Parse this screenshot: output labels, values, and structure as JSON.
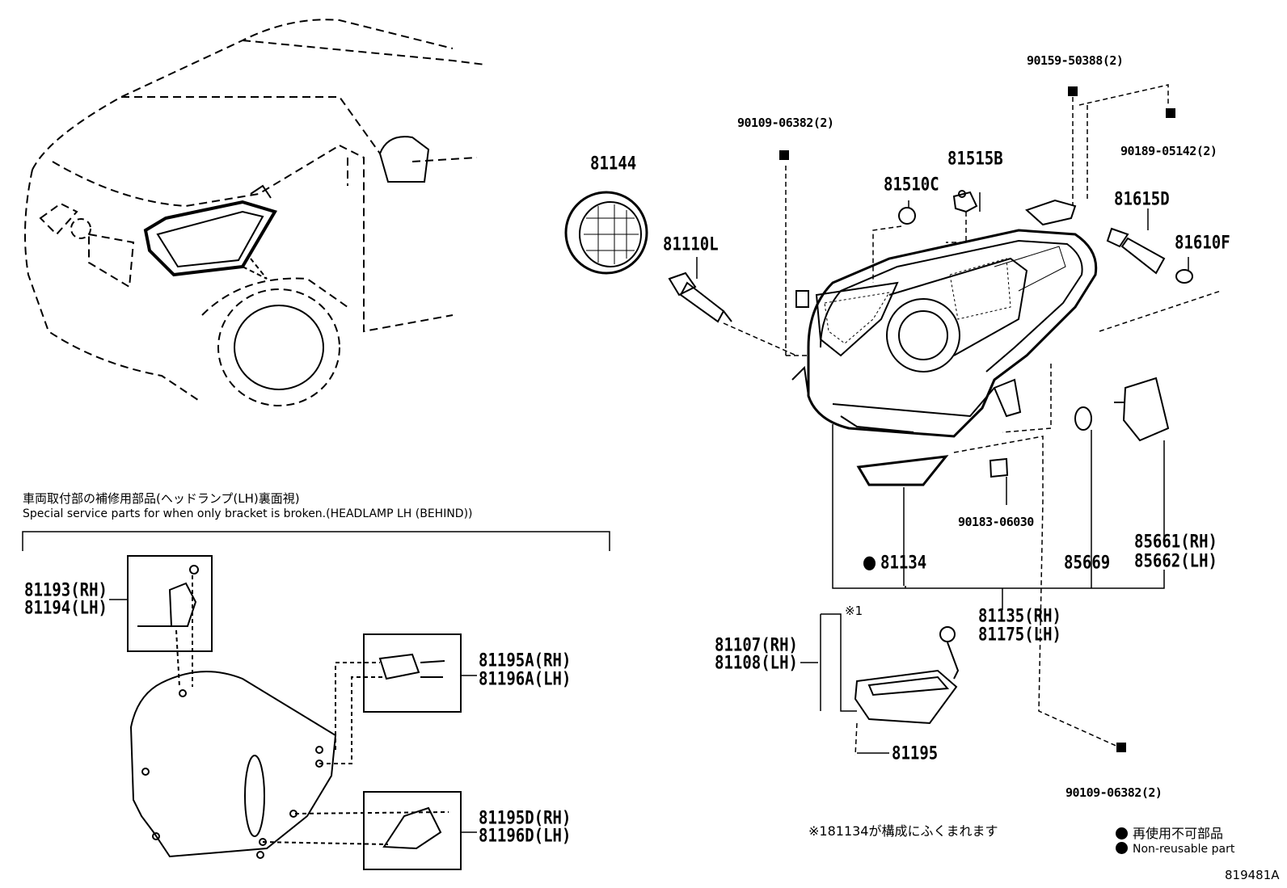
{
  "labels": {
    "p81144": "81144",
    "p81110L": "81110L",
    "p90109a": "90109-06382(2)",
    "p81510C": "81510C",
    "p81515B": "81515B",
    "p90159": "90159-50388(2)",
    "p90189": "90189-05142(2)",
    "p81615D": "81615D",
    "p81610F": "81610F",
    "p81134": "81134",
    "p90183": "90183-06030",
    "p85669": "85669",
    "p85661": "85661(RH)",
    "p85662": "85662(LH)",
    "p81135": "81135(RH)",
    "p81175": "81175(LH)",
    "p81107": "81107(RH)",
    "p81108": "81108(LH)",
    "note_mark": "※1",
    "p81195": "81195",
    "p90109b": "90109-06382(2)",
    "p81193": "81193(RH)",
    "p81194": "81194(LH)",
    "p81195A": "81195A(RH)",
    "p81196A": "81196A(LH)",
    "p81195D": "81195D(RH)",
    "p81196D": "81196D(LH)"
  },
  "special_section": {
    "title_ja": "車両取付部の補修用部品(ヘッドランプ(LH)裏面視)",
    "title_en": "Special service parts for when only bracket is broken.(HEADLAMP LH (BEHIND))"
  },
  "footnote": "※181134が構成にふくまれます",
  "legend": {
    "ja": "再使用不可部品",
    "en": "Non-reusable part"
  },
  "figure_code": "819481A"
}
